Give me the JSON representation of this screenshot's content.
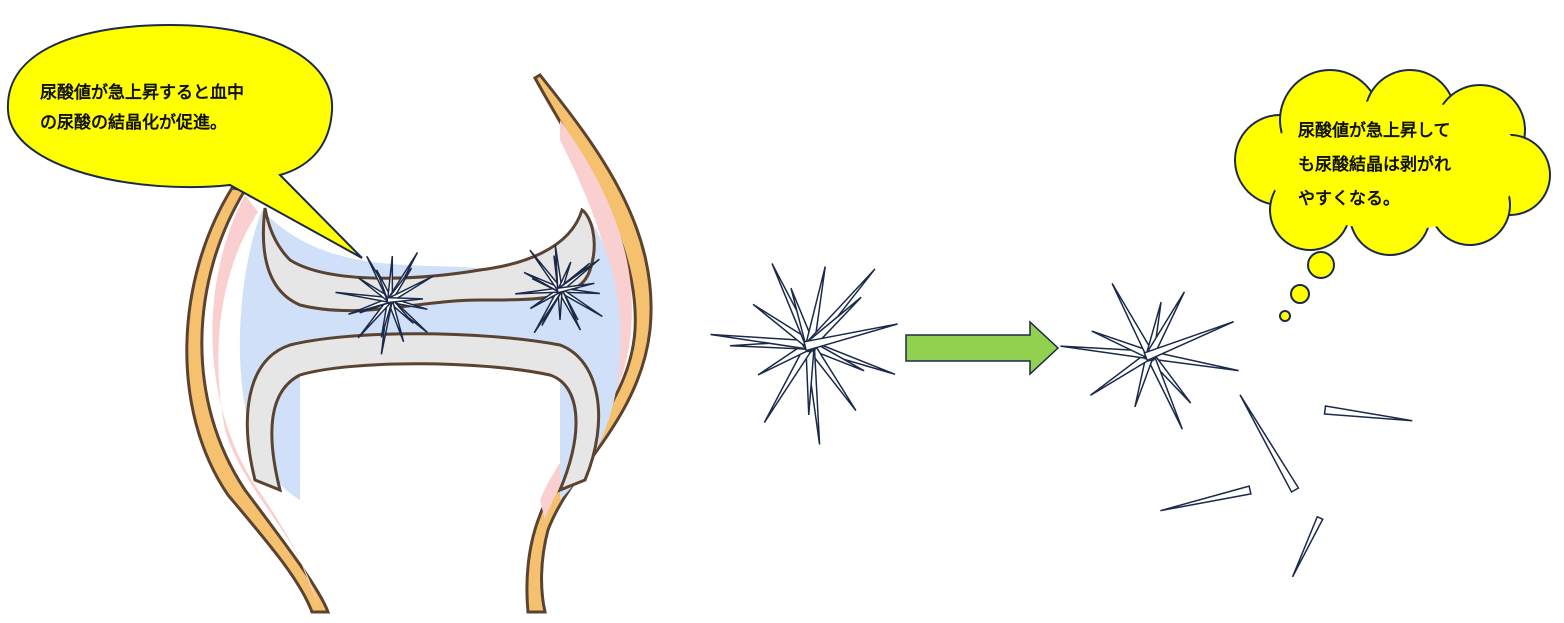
{
  "speech_bubble": {
    "line1": "尿酸値が急上昇すると血中",
    "line2": "の尿酸の結晶化が促進。"
  },
  "thought_bubble": {
    "line1": "尿酸値が急上昇して",
    "line2": "も尿酸結晶は剥がれ",
    "line3": "やすくなる。"
  },
  "colors": {
    "bubble_fill": "#ffff00",
    "outline": "#1b2a4a",
    "arrow": "#92d050",
    "bone_outer": "#f6c16e",
    "bone_inner": "#f9cfcf",
    "cartilage": "#e6e6e6",
    "synovial": "#cfe0f8",
    "bone_edge": "#5a4330"
  }
}
